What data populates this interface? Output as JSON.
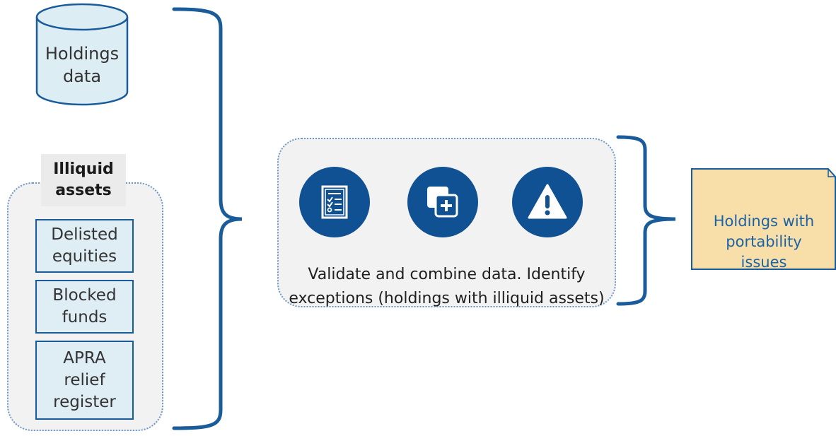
{
  "holdings_data": {
    "label": "Holdings\ndata"
  },
  "illiquid_assets": {
    "title": "Illiquid\nassets",
    "items": [
      {
        "label": "Delisted\nequities"
      },
      {
        "label": "Blocked\nfunds"
      },
      {
        "label": "APRA\nrelief\nregister"
      }
    ]
  },
  "process": {
    "icons": [
      "checklist-icon",
      "combine-plus-icon",
      "warning-icon"
    ],
    "caption": "Validate and combine data. Identify\nexceptions (holdings with illiquid assets)"
  },
  "output": {
    "label": "Holdings with\nportability\nissues"
  },
  "colors": {
    "primary_blue": "#105193",
    "brace_blue": "#1a5b9a",
    "cylinder_fill": "#dcedf4",
    "group_fill": "#f2f2f2",
    "dotted_border": "#6f97c2",
    "output_fill": "#f8dfaa",
    "output_text": "#1a63a6"
  }
}
